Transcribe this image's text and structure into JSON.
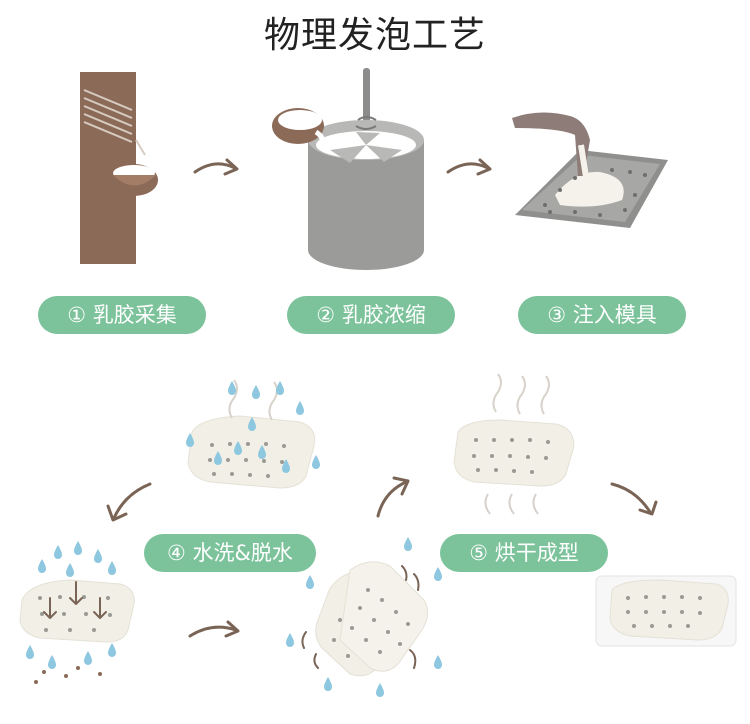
{
  "title": "物理发泡工艺",
  "steps": [
    {
      "label": "① 乳胶采集"
    },
    {
      "label": "② 乳胶浓缩"
    },
    {
      "label": "③ 注入模具"
    },
    {
      "label": "④ 水洗&脱水"
    },
    {
      "label": "⑤ 烘干成型"
    }
  ],
  "colors": {
    "pill": "#7cc39b",
    "trunk": "#8b6a58",
    "machine": "#9b9c9a",
    "foam": "#f2f0e6",
    "water": "#8ec7e0",
    "arrow": "#7a6456"
  }
}
